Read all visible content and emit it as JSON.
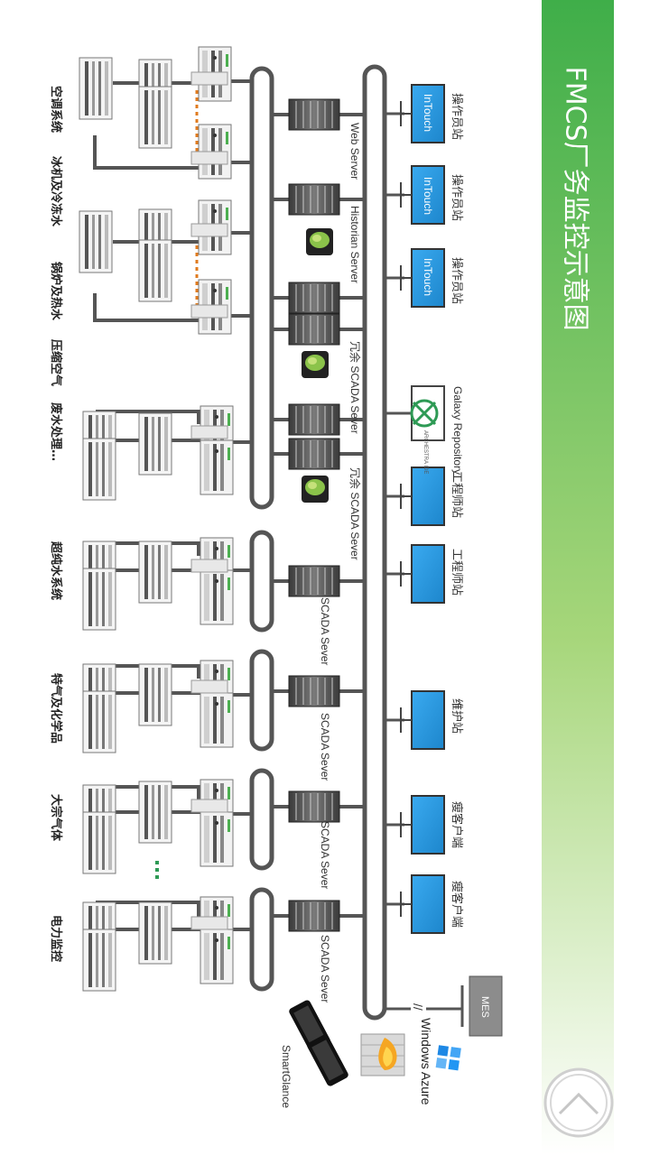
{
  "title": "FMCS厂务监控示意图",
  "subsystems": [
    "空调系统",
    "冰机及冷冻水",
    "锅炉及热水",
    "压缩空气",
    "废水处理…",
    "超纯水系统",
    "特气及化学品",
    "大宗气体",
    "电力监控"
  ],
  "servers": [
    "Web Server",
    "Historian Server",
    "冗余 SCADA Sever",
    "冗余 SCADA Sever",
    "SCADA Sever",
    "SCADA Sever",
    "SCADA Sever",
    "SCADA Sever"
  ],
  "stations": [
    "操作员站",
    "操作员站",
    "操作员站",
    "Galaxy Repository",
    "工程师站",
    "工程师站",
    "维护站",
    "瘦客户端",
    "瘦客户端"
  ],
  "monitor_text": [
    "InTouch",
    "InTouch",
    "InTouch"
  ],
  "archestra": "ARCHESTRA IDE",
  "mes": "MES",
  "windows_azure": "Windows Azure",
  "smartglance": "SmartGlance",
  "link_mark": "//",
  "colors": {
    "banner_top": "#3fae49",
    "banner_bottom": "#ffffff",
    "monitor": "#2b9be0",
    "bus": "#555555",
    "dashed": "#e07b1f"
  },
  "nav": {
    "icon": "chevron-up-icon"
  }
}
